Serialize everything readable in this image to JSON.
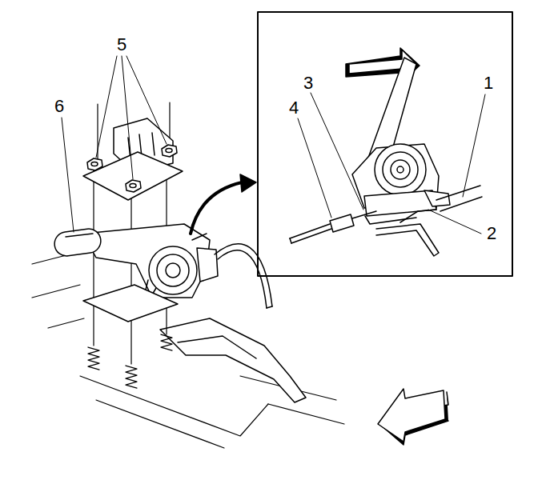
{
  "diagram": {
    "labels": [
      "5",
      "3",
      "1",
      "6",
      "4",
      "2"
    ]
  }
}
